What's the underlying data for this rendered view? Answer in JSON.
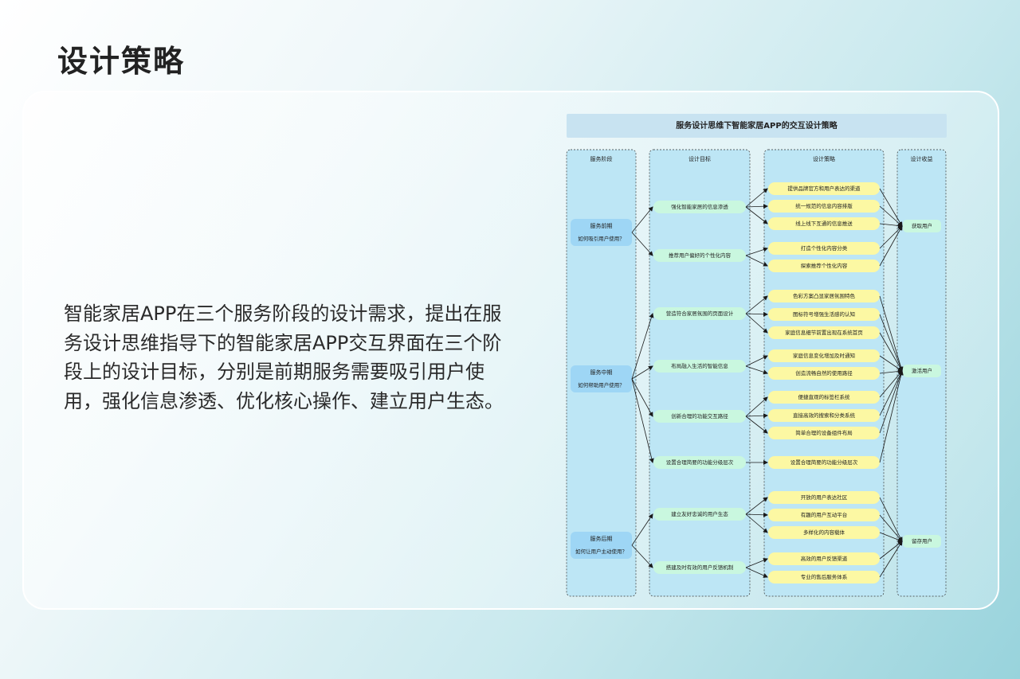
{
  "page": {
    "title": "设计策略",
    "description": "智能家居APP在三个服务阶段的设计需求，提出在服务设计思维指导下的智能家居APP交互界面在三个阶段上的设计目标，分别是前期服务需要吸引用户使用，强化信息渗透、优化核心操作、建立用户生态。"
  },
  "diagram": {
    "title": "服务设计思维下智能家居APP的交互设计策略",
    "columns": [
      "服务阶段",
      "设计目标",
      "设计策略",
      "设计收益"
    ],
    "stages": [
      {
        "name": "服务前期",
        "question": "如何吸引用户使用？"
      },
      {
        "name": "服务中期",
        "question": "如何帮助用户使用？"
      },
      {
        "name": "服务后期",
        "question": "如何让用户主动使用？"
      }
    ],
    "goals": [
      "强化智能家居的信息渗透",
      "推荐用户偏好的个性化内容",
      "营造符合家居氛围的页面设计",
      "布局融入生活的智能信息",
      "创新合理的功能交互路径",
      "设置合理简要的功能分级层次",
      "建立友好忠诚的用户生态",
      "搭建及时有效的用户反馈机制"
    ],
    "strategies": [
      "提供品牌官方和用户表达的渠道",
      "统一规范的信息内容排版",
      "线上线下互通的信息推送",
      "打造个性化内容分类",
      "探索推荐个性化内容",
      "色彩方案凸显家居氛围特色",
      "图标符号增强生活感的认知",
      "家庭信息细节前置出现在系统首页",
      "家庭信息变化增加及时通知",
      "创造流畅自然的使用路径",
      "便捷直观的标签栏系统",
      "直接高效的搜索和分类系统",
      "简单合理的设备组件布局",
      "设置合理简要的功能分级层次",
      "开放的用户表达社区",
      "有趣的用户互动平台",
      "多样化的内容载体",
      "高效的用户反馈渠道",
      "专业的售后服务体系"
    ],
    "benefits": [
      "获取用户",
      "激活用户",
      "留存用户"
    ],
    "colors": {
      "title_bar": "#c8e3f1",
      "column_bg": "#bde6f5",
      "stage_box": "#9ed6f5",
      "goal_box": "#c9f7df",
      "strategy_box": "#fcf8a3",
      "benefit_box": "#c9f7df",
      "arrow": "#1a1a1a"
    }
  }
}
